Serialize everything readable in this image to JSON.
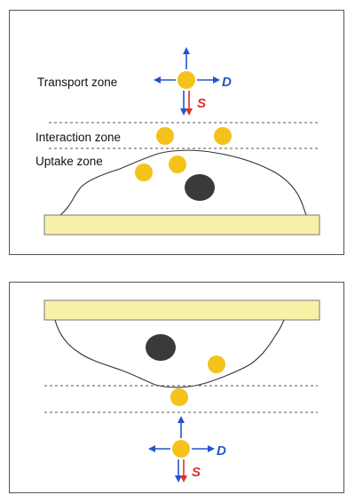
{
  "top_panel": {
    "labels": {
      "transport_zone": "Transport zone",
      "interaction_zone": "Interaction zone",
      "uptake_zone": "Uptake zone"
    },
    "diffusion_symbol": "D",
    "sedimentation_symbol": "S"
  },
  "bottom_panel": {
    "diffusion_symbol": "D",
    "sedimentation_symbol": "S"
  },
  "colors": {
    "particle": "#F5C21B",
    "nucleus": "#3a3a3a",
    "substrate": "#F7F1A8",
    "diffusion_arrow": "#2255CC",
    "sedimentation_arrow": "#E0302A",
    "zone_line": "#555555"
  }
}
